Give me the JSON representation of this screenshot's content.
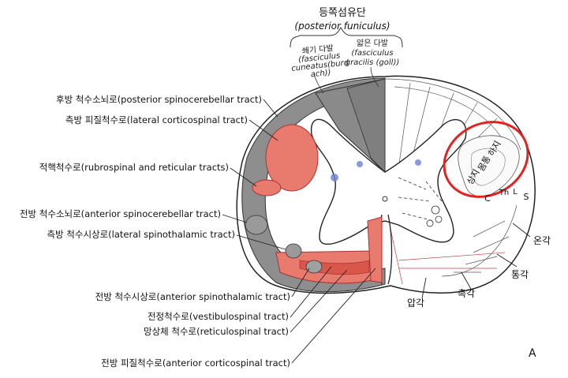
{
  "posterior_funiculus": {
    "title_ko": "등쪽섬유단",
    "title_en": "(posterior funiculus)"
  },
  "cuneatus": {
    "line1": "쐐기 다발",
    "line2": "(fasciculus",
    "line3": "cuneatus(burd",
    "line4": "ach))"
  },
  "gracilis": {
    "line1": "얇은 다발",
    "line2": "(fasciculus",
    "line3": "gracilis (goll))"
  },
  "left_labels": [
    "후방 척수소뇌로(posterior spinocerebellar tract)",
    "측방 피질척수로(lateral corticospinal tract)",
    "적핵척수로(rubrospinal and reticular tracts)",
    "전방 척수소뇌로(anterior spinocerebellar tract)",
    "측방 척수시상로(lateral spinothalamic tract)"
  ],
  "bottom_labels": [
    "전방 척수시상로(anterior spinothalamic tract)",
    "전정척수로(vestibulospinal tract)",
    "망상체 척수로(reticulospinal tract)",
    "전방 피질척수로(anterior corticospinal tract)"
  ],
  "somatotopy": {
    "lower_limb": "하지",
    "trunk": "몸통",
    "upper_limb": "상지"
  },
  "segment_letters": {
    "c": "C",
    "t": "Th",
    "l": "L",
    "s": "S"
  },
  "modalities": {
    "temperature": "온각",
    "pain": "통각",
    "touch": "촉각",
    "pressure": "압각"
  },
  "panel_letter": "A"
}
